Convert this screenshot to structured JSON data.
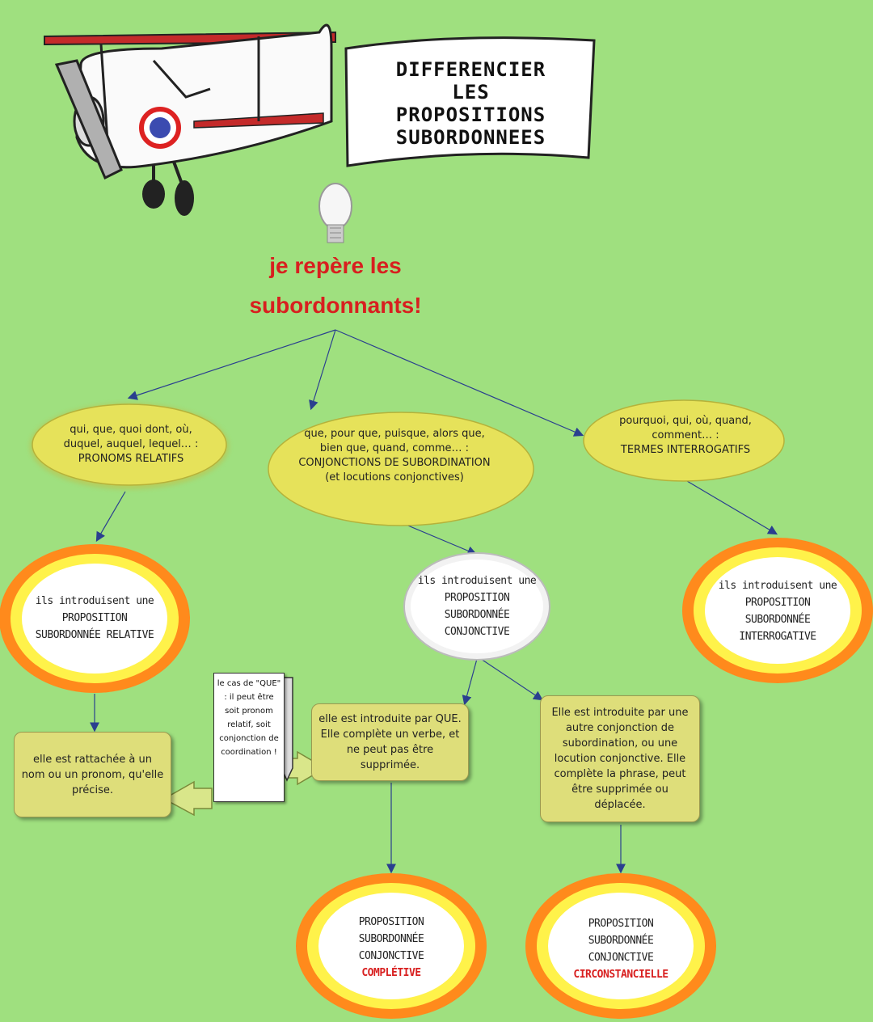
{
  "banner": {
    "lines": [
      "DIFFERENCIER",
      "LES",
      "PROPOSITIONS",
      "SUBORDONNEES"
    ]
  },
  "title": {
    "line1": "je repère les",
    "line2": "subordonnants!"
  },
  "clouds": {
    "relatifs": {
      "text": "qui, que, quoi dont, où, duquel, auquel, lequel… :",
      "caps": "PRONOMS RELATIFS"
    },
    "conjonctions": {
      "text": "que, pour que, puisque, alors que, bien que, quand, comme… :",
      "caps": "CONJONCTIONS DE SUBORDINATION (et locutions conjonctives)"
    },
    "interrogatifs": {
      "text": "pourquoi, qui, où, quand, comment… :",
      "caps": "TERMES INTERROGATIFS"
    }
  },
  "results": {
    "relative": {
      "intro": "ils introduisent une",
      "l1": "PROPOSITION",
      "l2": "SUBORDONNÉE RELATIVE"
    },
    "conjonctive": {
      "intro": "ils introduisent une",
      "l1": "PROPOSITION",
      "l2": "SUBORDONNÉE",
      "l3": "CONJONCTIVE"
    },
    "interrogative": {
      "intro": "ils introduisent une",
      "l1": "PROPOSITION",
      "l2": "SUBORDONNÉE",
      "l3": "INTERROGATIVE"
    },
    "completive": {
      "l1": "PROPOSITION",
      "l2": "SUBORDONNÉE",
      "l3": "CONJONCTIVE",
      "red": "COMPLÉTIVE"
    },
    "circonstancielle": {
      "l1": "PROPOSITION",
      "l2": "SUBORDONNÉE",
      "l3": "CONJONCTIVE",
      "red": "CIRCONSTANCIELLE"
    }
  },
  "boxes": {
    "relative": "elle est rattachée à un nom ou un pronom, qu'elle précise.",
    "completive": "elle est introduite par QUE. Elle complète un verbe, et ne peut pas être supprimée.",
    "circonstancielle": "Elle est introduite par une autre conjonction de subordination, ou une locution conjonctive. Elle complète la phrase, peut être supprimée ou déplacée."
  },
  "note": "le cas de \"QUE\" : il peut être soit pronom relatif, soit conjonction de coordination !",
  "colors": {
    "background": "#9fe07f",
    "cloud": "#e6e25a",
    "box": "#dede7a",
    "accent_red": "#d81f1f",
    "flame": "#ff8a1c",
    "flame_inner": "#fff24a",
    "arrow": "#2a3f8f"
  }
}
